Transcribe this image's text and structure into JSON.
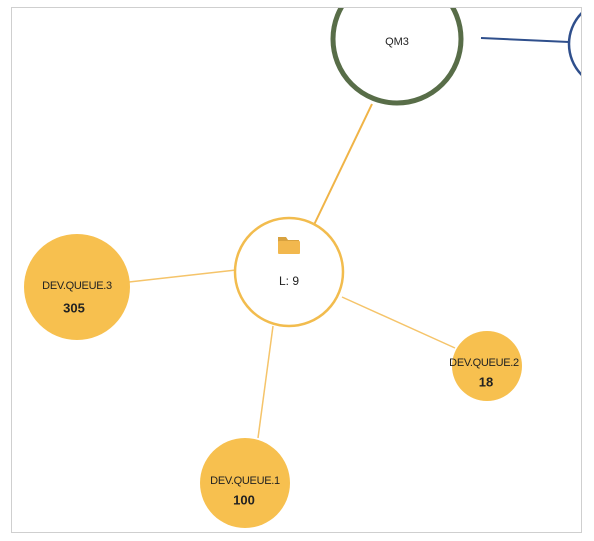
{
  "graph": {
    "queue_manager": {
      "label": "QM3"
    },
    "group": {
      "label": "L: 9",
      "icon": "folder-icon"
    },
    "queues": [
      {
        "name": "DEV.QUEUE.3",
        "count": "305"
      },
      {
        "name": "DEV.QUEUE.2",
        "count": "18"
      },
      {
        "name": "DEV.QUEUE.1",
        "count": "100"
      }
    ]
  },
  "colors": {
    "queue_fill": "#f7c04f",
    "queue_link": "#f5c46a",
    "group_ring": "#f2bc4e",
    "qm_ring": "#586d48",
    "qm_link": "#f0b447",
    "neighbor_ring": "#2f4f8c",
    "neighbor_link": "#2f4f8c"
  }
}
